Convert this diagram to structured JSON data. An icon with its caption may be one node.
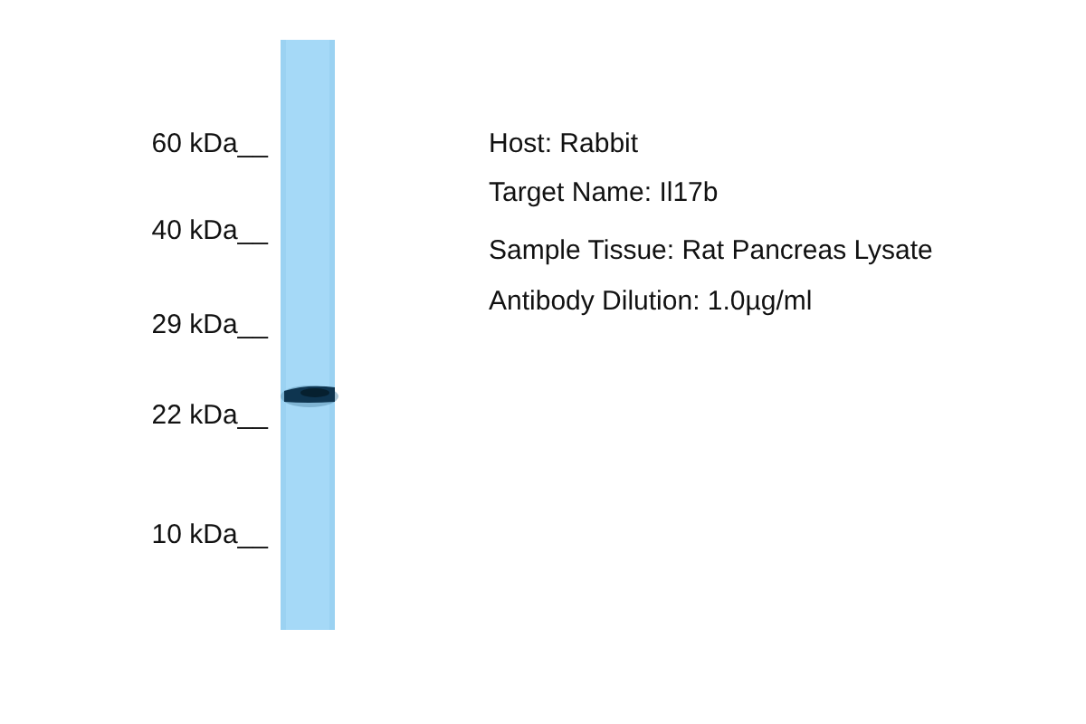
{
  "diagram": {
    "labels": [
      "60 kDa__",
      "40 kDa__",
      "29 kDa__",
      "22 kDa__",
      "10 kDa__",
      "Host: Rabbit",
      "Target Name: Il17b",
      "Sample Tissue: Rat Pancreas Lysate",
      "Antibody Dilution: 1.0µg/ml"
    ]
  }
}
